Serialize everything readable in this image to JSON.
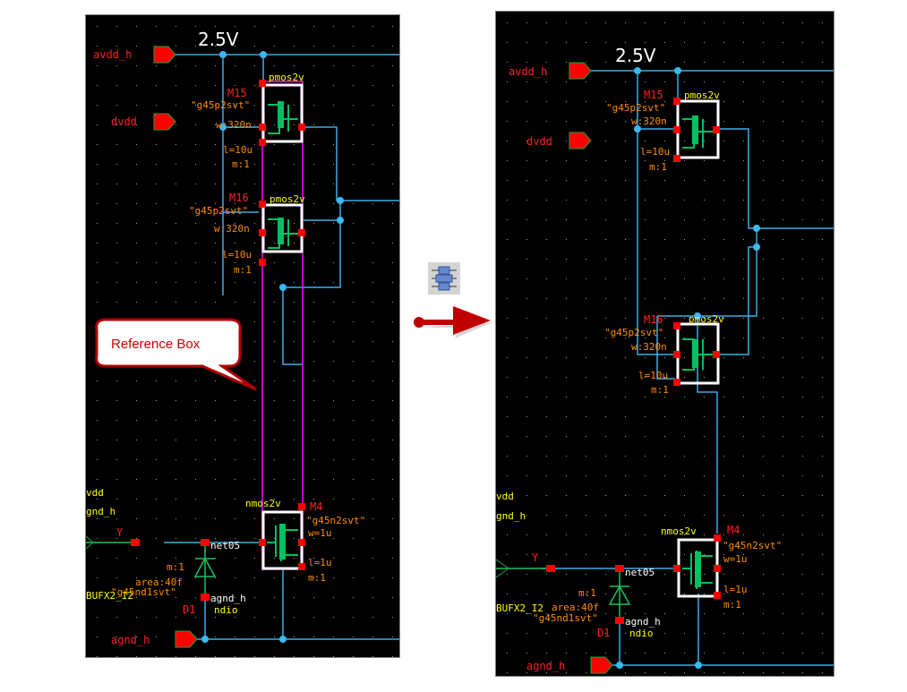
{
  "figure": {
    "description": "Cadence Virtuoso schematic before/after vertical align operation using a reference box",
    "colors": {
      "canvas": "#000000",
      "wire": "#3aaee8",
      "wire_dot": "#3ab8f0",
      "pin": "#ff0000",
      "pin_outline": "#1fa040",
      "device_body": "#00c060",
      "device_box": "#ffffff",
      "reference_box": "#ff00ff",
      "instance_name": "#ff2020",
      "param_text": "#ff8c00",
      "cell_text": "#ffff00",
      "net_text": "#ffffff"
    }
  },
  "left": {
    "voltage_label": "2.5V",
    "pins": {
      "avdd_h": "avdd_h",
      "dvdd": "dvdd",
      "agnd_h": "agnd_h",
      "Y": "Y"
    },
    "offsheet_labels": [
      "vdd",
      "gnd_h",
      "BUFX2_I2"
    ],
    "callout": "Reference Box",
    "devices": {
      "m15": {
        "name": "M15",
        "cell": "pmos2v",
        "model": "\"g45p2svt\"",
        "w": "w:320n",
        "l": "l=10u",
        "m": "m:1"
      },
      "m16": {
        "name": "M16",
        "cell": "pmos2v",
        "model": "\"g45p2svt\"",
        "w": "w:320n",
        "l": "l=10u",
        "m": "m:1"
      },
      "m4": {
        "name": "M4",
        "cell": "nmos2v",
        "model": "\"g45n2svt\"",
        "w": "w=1u",
        "l": "l=1u",
        "m": "m:1"
      },
      "d1": {
        "name": "D1",
        "cell": "ndio",
        "model": "\"g45nd1svt\"",
        "area": "area:40f",
        "m": "m:1"
      }
    },
    "nets": {
      "net05": "net05",
      "agnd_h_net": "agnd_h"
    }
  },
  "middle": {
    "align_icon": "align-vertical-center-icon",
    "arrow_icon": "arrow-right-icon"
  },
  "right": {
    "voltage_label": "2.5V",
    "pins": {
      "avdd_h": "avdd_h",
      "dvdd": "dvdd",
      "agnd_h": "agnd_h",
      "Y": "Y"
    },
    "offsheet_labels": [
      "vdd",
      "gnd_h",
      "BUFX2_I2"
    ],
    "devices": {
      "m15": {
        "name": "M15",
        "cell": "pmos2v",
        "model": "\"g45p2svt\"",
        "w": "w:320n",
        "l": "l=10u",
        "m": "m:1"
      },
      "m16": {
        "name": "M16",
        "cell": "pmos2v",
        "model": "\"g45p2svt\"",
        "w": "w:320n",
        "l": "l=10u",
        "m": "m:1"
      },
      "m4": {
        "name": "M4",
        "cell": "nmos2v",
        "model": "\"g45n2svt\"",
        "w": "w=1u",
        "l": "l=1u",
        "m": "m:1"
      },
      "d1": {
        "name": "D1",
        "cell": "ndio",
        "model": "\"g45nd1svt\"",
        "area": "area:40f",
        "m": "m:1"
      }
    },
    "nets": {
      "net05": "net05",
      "agnd_h_net": "agnd_h"
    }
  }
}
